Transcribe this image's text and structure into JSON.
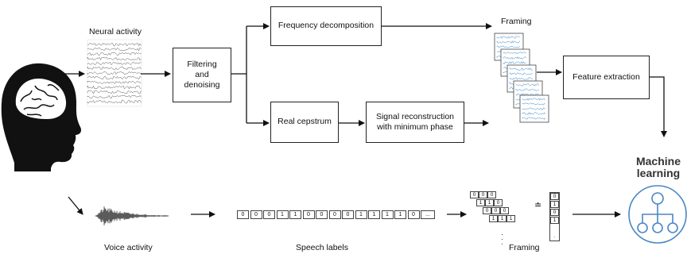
{
  "labels": {
    "neural_activity": "Neural activity",
    "filtering": "Filtering\nand\ndenoising",
    "frequency_decomposition": "Frequency decomposition",
    "real_cepstrum": "Real cepstrum",
    "signal_reconstruction": "Signal reconstruction\nwith minimum phase",
    "framing_top": "Framing",
    "feature_extraction": "Feature extraction",
    "machine_learning": "Machine\nlearning",
    "voice_activity": "Voice activity",
    "speech_labels": "Speech labels",
    "framing_bottom": "Framing"
  },
  "speech_label_values": [
    "0",
    "0",
    "0",
    "1",
    "1",
    "0",
    "0",
    "0",
    "0",
    "1",
    "1",
    "1",
    "1",
    "0",
    "..."
  ],
  "framing_rows": [
    [
      "0",
      "0",
      "0"
    ],
    [
      "1",
      "1",
      "0"
    ],
    [
      "0",
      "0",
      "0"
    ],
    [
      "1",
      "1",
      "1"
    ]
  ],
  "framing_column": [
    "0",
    "1",
    "0",
    "1",
    "",
    "."
  ],
  "colors": {
    "frame_signal": "#2f7fc4",
    "ml_icon": "#4a86c5",
    "line": "#111111"
  },
  "icons": {
    "head": "human-head-brain-icon",
    "ml": "network-hierarchy-icon"
  }
}
